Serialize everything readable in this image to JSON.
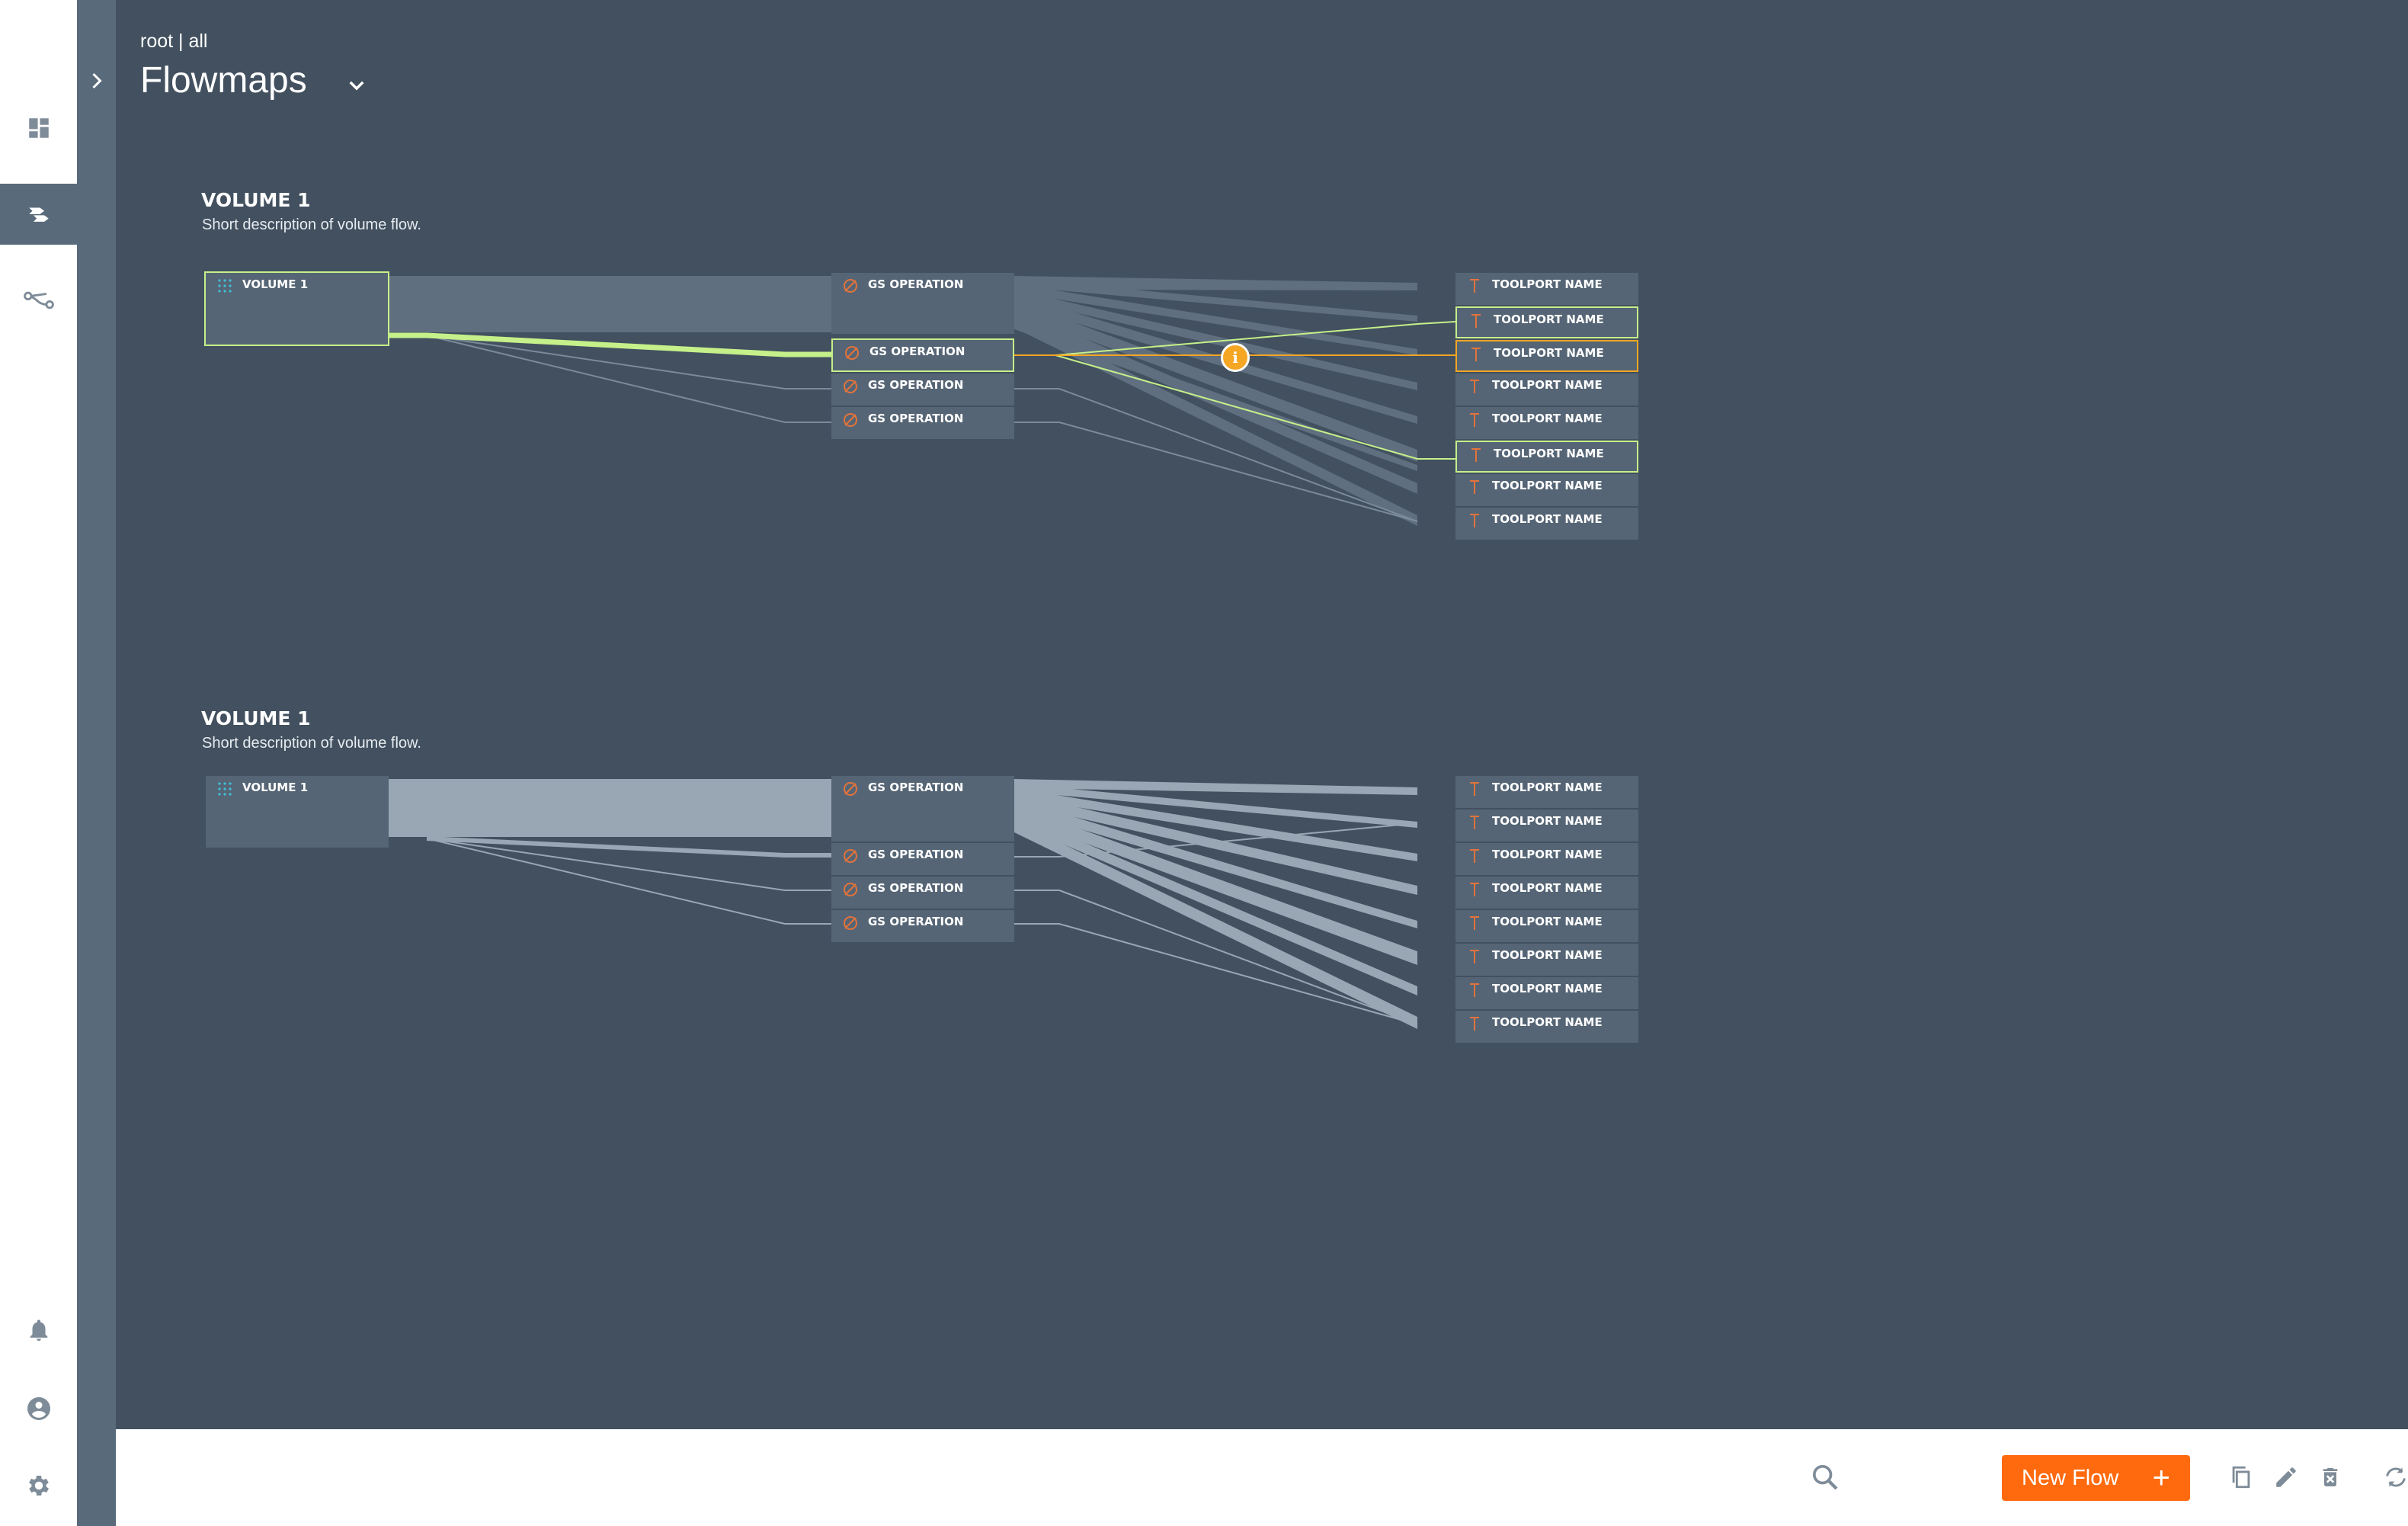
{
  "header": {
    "breadcrumb": "root | all",
    "title": "Flowmaps"
  },
  "flows": [
    {
      "title": "VOLUME 1",
      "description": "Short description of volume flow.",
      "source": "VOLUME 1",
      "operations": [
        "GS OPERATION",
        "GS OPERATION",
        "GS OPERATION",
        "GS OPERATION"
      ],
      "toolports": [
        "TOOLPORT NAME",
        "TOOLPORT NAME",
        "TOOLPORT NAME",
        "TOOLPORT NAME",
        "TOOLPORT NAME",
        "TOOLPORT NAME",
        "TOOLPORT NAME",
        "TOOLPORT NAME"
      ]
    },
    {
      "title": "VOLUME 1",
      "description": "Short description of volume flow.",
      "source": "VOLUME 1",
      "operations": [
        "GS OPERATION",
        "GS OPERATION",
        "GS OPERATION",
        "GS OPERATION"
      ],
      "toolports": [
        "TOOLPORT NAME",
        "TOOLPORT NAME",
        "TOOLPORT NAME",
        "TOOLPORT NAME",
        "TOOLPORT NAME",
        "TOOLPORT NAME",
        "TOOLPORT NAME",
        "TOOLPORT NAME"
      ]
    }
  ],
  "toolbar": {
    "new_flow_label": "New Flow",
    "new_flow_plus": "+"
  },
  "colors": {
    "background": "#42505f",
    "node": "#556575",
    "highlight_green": "#c5f08a",
    "highlight_orange": "#f5a623",
    "accent": "#ff6a0e"
  }
}
